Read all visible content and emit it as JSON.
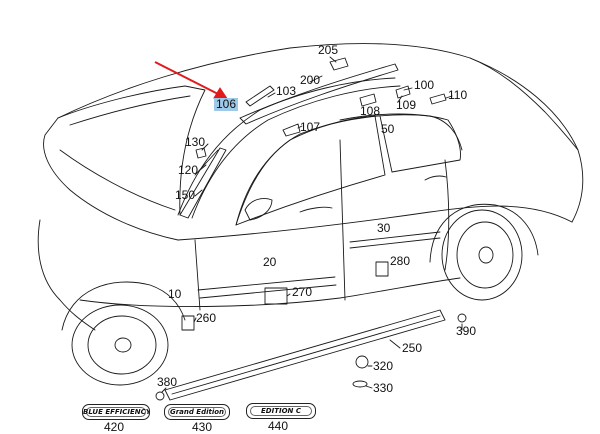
{
  "diagram": {
    "parts": [
      {
        "key": "p205",
        "label": "205"
      },
      {
        "key": "p200",
        "label": "200"
      },
      {
        "key": "p103",
        "label": "103"
      },
      {
        "key": "p106",
        "label": "106",
        "highlighted": true
      },
      {
        "key": "p100",
        "label": "100"
      },
      {
        "key": "p109",
        "label": "109"
      },
      {
        "key": "p110",
        "label": "110"
      },
      {
        "key": "p108",
        "label": "108"
      },
      {
        "key": "p107",
        "label": "107"
      },
      {
        "key": "p50",
        "label": "50"
      },
      {
        "key": "p130",
        "label": "130"
      },
      {
        "key": "p120",
        "label": "120"
      },
      {
        "key": "p150",
        "label": "150"
      },
      {
        "key": "p30",
        "label": "30"
      },
      {
        "key": "p20",
        "label": "20"
      },
      {
        "key": "p280",
        "label": "280"
      },
      {
        "key": "p10",
        "label": "10"
      },
      {
        "key": "p270",
        "label": "270"
      },
      {
        "key": "p260",
        "label": "260"
      },
      {
        "key": "p390",
        "label": "390"
      },
      {
        "key": "p250",
        "label": "250"
      },
      {
        "key": "p380",
        "label": "380"
      },
      {
        "key": "p320",
        "label": "320"
      },
      {
        "key": "p330",
        "label": "330"
      },
      {
        "key": "p420",
        "label": "420"
      },
      {
        "key": "p430",
        "label": "430"
      },
      {
        "key": "p440",
        "label": "440"
      }
    ],
    "badges": {
      "b420": "BLUE EFFICIENCY",
      "b430": "Grand Edition",
      "b440": "EDITION C"
    },
    "colors": {
      "line": "#1a1a1a",
      "arrow": "#e01b1b",
      "highlight": "#9ec9e8"
    }
  }
}
